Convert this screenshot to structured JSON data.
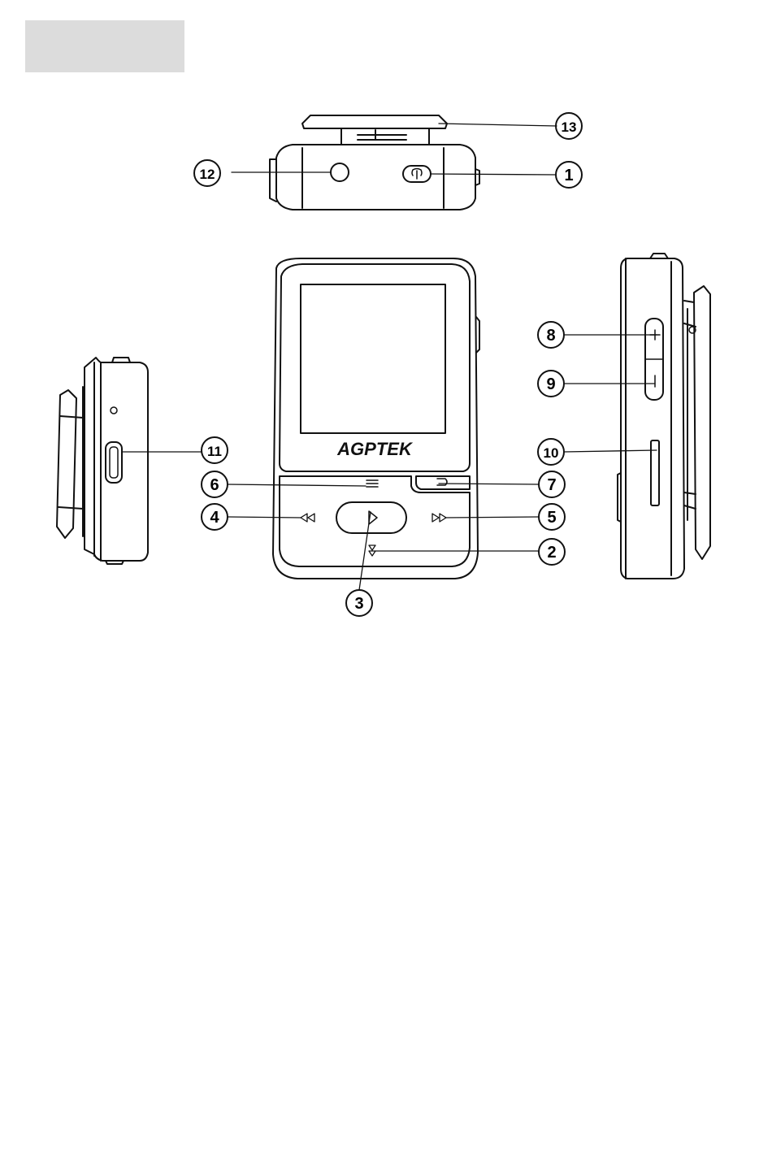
{
  "header": {
    "label": ""
  },
  "device": {
    "brand": "AGPTEK"
  },
  "callouts": [
    "1",
    "2",
    "3",
    "4",
    "5",
    "6",
    "7",
    "8",
    "9",
    "10",
    "11",
    "12",
    "13"
  ]
}
